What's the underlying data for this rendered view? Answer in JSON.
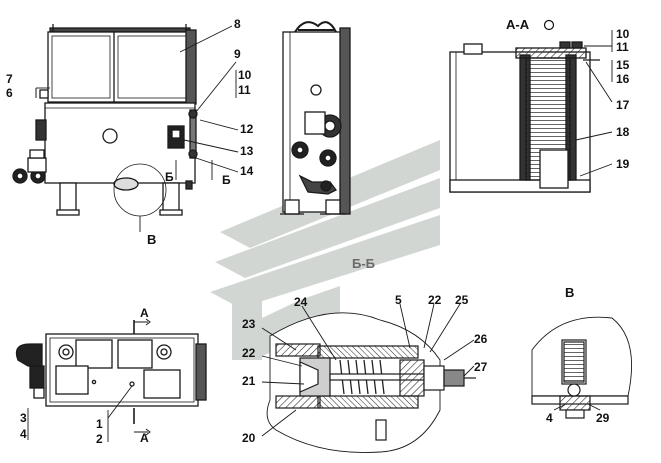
{
  "titles": {
    "section_aa": "А-А",
    "section_bb": "Б-Б",
    "view_v": "В"
  },
  "markers": {
    "a": "А",
    "b": "Б",
    "v": "В"
  },
  "callouts": {
    "n1": "1",
    "n2": "2",
    "n3": "3",
    "n4": "4",
    "n5": "5",
    "n6": "6",
    "n7": "7",
    "n8": "8",
    "n9": "9",
    "n10": "10",
    "n11": "11",
    "n12": "12",
    "n13": "13",
    "n14": "14",
    "n15": "15",
    "n16": "16",
    "n17": "17",
    "n18": "18",
    "n19": "19",
    "n20": "20",
    "n21": "21",
    "n22": "22",
    "n23": "23",
    "n24": "24",
    "n25": "25",
    "n26": "26",
    "n27": "27",
    "n29": "29"
  },
  "colors": {
    "line": "#1a1a1a",
    "shade": "#cfcfcf",
    "hatch": "#2a2a2a",
    "watermark": "#c9cfcc"
  },
  "watermark_icon": "logo-watermark-icon"
}
